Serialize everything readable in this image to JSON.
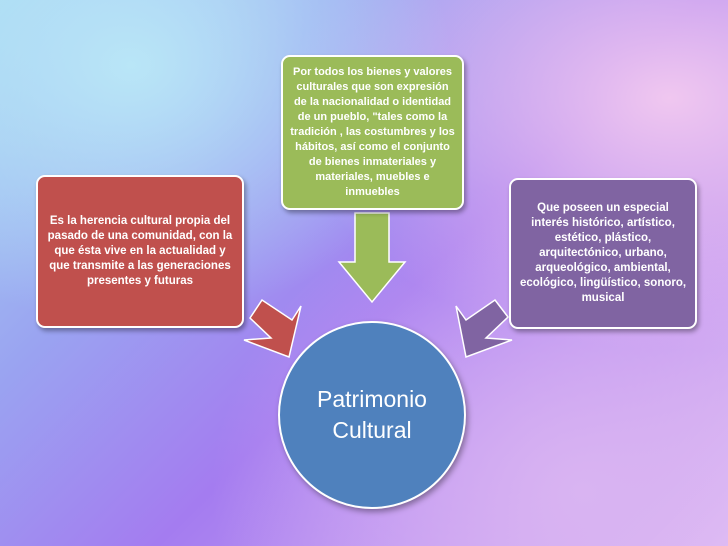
{
  "diagram": {
    "center": {
      "label": "Patrimonio Cultural",
      "color": "#4f81bd"
    },
    "nodes": {
      "left": {
        "text": "Es la herencia cultural propia del pasado de una comunidad, con la que ésta vive en la actualidad y que transmite a las generaciones presentes y futuras",
        "color": "#c0504d"
      },
      "top": {
        "text": "Por todos los bienes y valores culturales que son expresión de la nacionalidad o identidad de un pueblo, \"tales como la tradición , las costumbres y los hábitos, así como el conjunto de bienes inmateriales y materiales, muebles e inmuebles",
        "color": "#9bbb59"
      },
      "right": {
        "text": "Que poseen un especial interés histórico, artístico, estético, plástico, arquitectónico, urbano, arqueológico, ambiental, ecológico, lingüístico, sonoro, musical",
        "color": "#8064a2"
      }
    },
    "edges": [
      {
        "from": "left",
        "to": "center"
      },
      {
        "from": "top",
        "to": "center"
      },
      {
        "from": "right",
        "to": "center"
      }
    ]
  }
}
